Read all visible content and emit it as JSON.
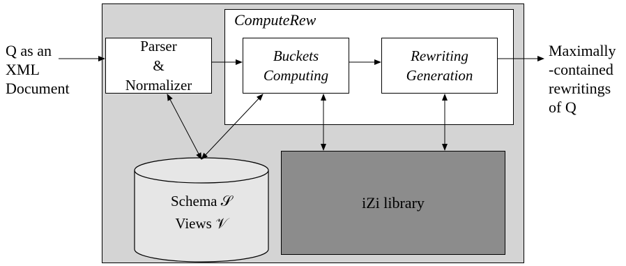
{
  "input_label": [
    "Q as an",
    "XML",
    "Document"
  ],
  "output_label": [
    "Maximally",
    "-contained",
    "rewritings",
    "of Q"
  ],
  "parser": [
    "Parser",
    "&",
    "Normalizer"
  ],
  "compute_title": "ComputeRew",
  "buckets": [
    "Buckets",
    "Computing"
  ],
  "rewriting": [
    "Rewriting",
    "Generation"
  ],
  "izi": "iZi library",
  "database": [
    "Schema 𝒮",
    "Views 𝒱"
  ]
}
